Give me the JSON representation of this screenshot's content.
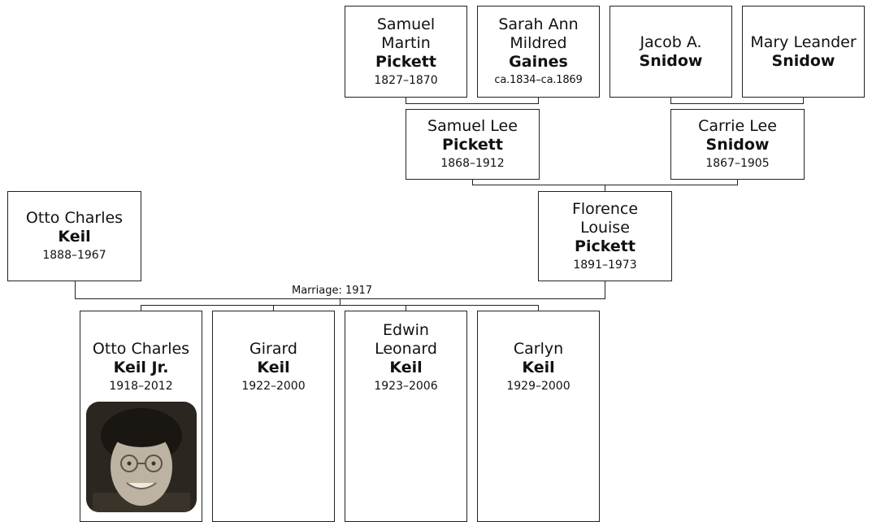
{
  "people": {
    "samuel_martin_pickett": {
      "given": "Samuel\nMartin",
      "surname": "Pickett",
      "dates": "1827–1870"
    },
    "sarah_ann_mildred_gaines": {
      "given": "Sarah Ann\nMildred",
      "surname": "Gaines",
      "dates": "ca.1834–ca.1869"
    },
    "jacob_a_snidow": {
      "given": "Jacob A.",
      "surname": "Snidow",
      "dates": ""
    },
    "mary_leander_snidow": {
      "given": "Mary Leander",
      "surname": "Snidow",
      "dates": ""
    },
    "samuel_lee_pickett": {
      "given": "Samuel Lee",
      "surname": "Pickett",
      "dates": "1868–1912"
    },
    "carrie_lee_snidow": {
      "given": "Carrie Lee",
      "surname": "Snidow",
      "dates": "1867–1905"
    },
    "otto_charles_keil": {
      "given": "Otto Charles",
      "surname": "Keil",
      "dates": "1888–1967"
    },
    "florence_louise_pickett": {
      "given": "Florence\nLouise",
      "surname": "Pickett",
      "dates": "1891–1973"
    },
    "otto_charles_keil_jr": {
      "given": "Otto Charles",
      "surname": "Keil Jr.",
      "dates": "1918–2012"
    },
    "girard_keil": {
      "given": "Girard",
      "surname": "Keil",
      "dates": "1922–2000"
    },
    "edwin_leonard_keil": {
      "given": "Edwin\nLeonard",
      "surname": "Keil",
      "dates": "1923–2006"
    },
    "carlyn_keil": {
      "given": "Carlyn",
      "surname": "Keil",
      "dates": "1929–2000"
    }
  },
  "marriage_label": "Marriage: 1917"
}
